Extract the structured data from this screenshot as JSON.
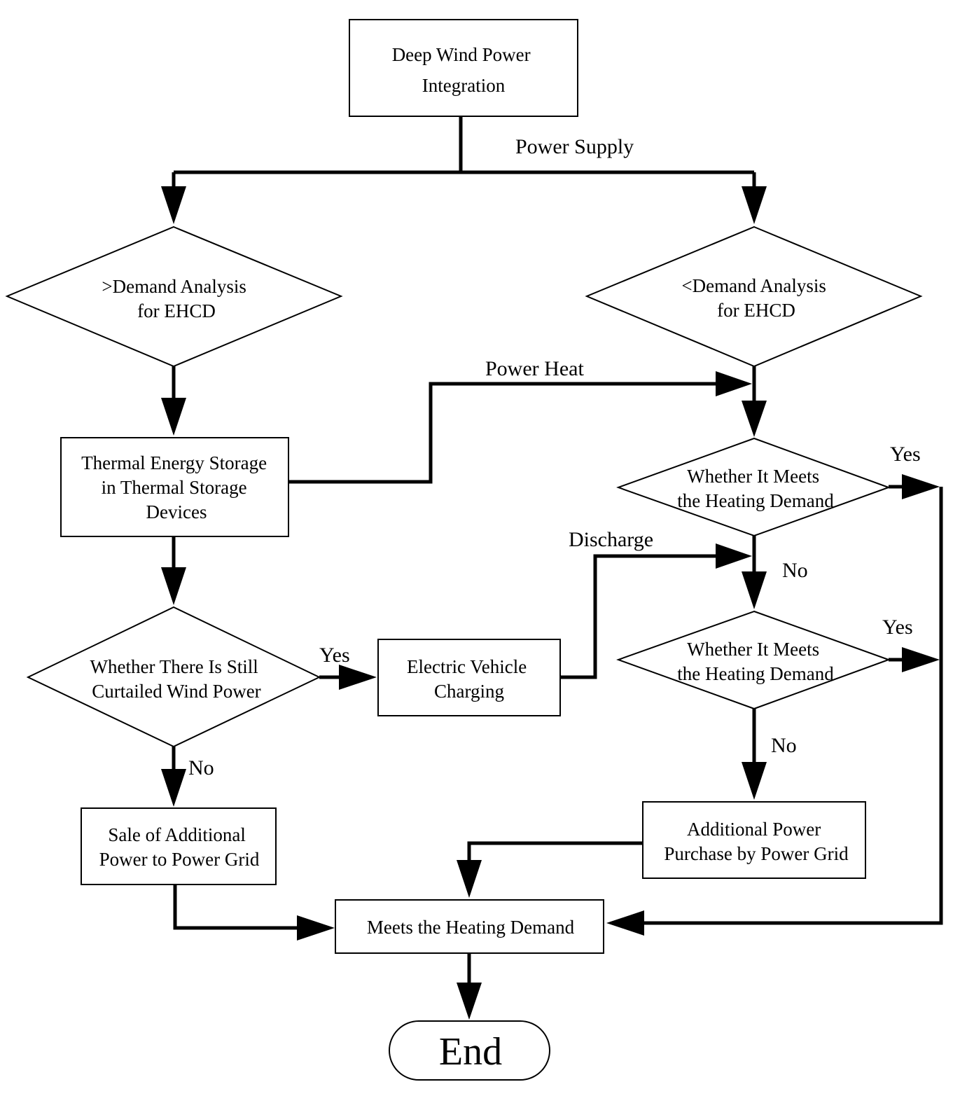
{
  "nodes": {
    "deep_wind": [
      "Deep Wind Power",
      "Integration"
    ],
    "demand_gt": [
      ">Demand Analysis",
      "for EHCD"
    ],
    "demand_lt": [
      "<Demand Analysis",
      "for EHCD"
    ],
    "thermal_storage": [
      "Thermal Energy Storage",
      "in Thermal Storage",
      "Devices"
    ],
    "meets_check_1": [
      "Whether It Meets",
      "the Heating Demand"
    ],
    "meets_check_2": [
      "Whether It Meets",
      "the Heating Demand"
    ],
    "curtailed_check": [
      "Whether There Is Still",
      "Curtailed Wind Power"
    ],
    "ev_charging": [
      "Electric Vehicle",
      "Charging"
    ],
    "sale_power": [
      "Sale of Additional",
      "Power to Power Grid"
    ],
    "purchase_power": [
      "Additional Power",
      "Purchase by Power Grid"
    ],
    "meets_demand": [
      "Meets the Heating Demand"
    ],
    "end": [
      "End"
    ]
  },
  "edge_labels": {
    "power_supply": "Power Supply",
    "power_heat": "Power Heat",
    "discharge": "Discharge",
    "yes_meets_1": "Yes",
    "no_meets_1": "No",
    "yes_meets_2": "Yes",
    "no_meets_2": "No",
    "yes_curtailed": "Yes",
    "no_curtailed": "No"
  }
}
